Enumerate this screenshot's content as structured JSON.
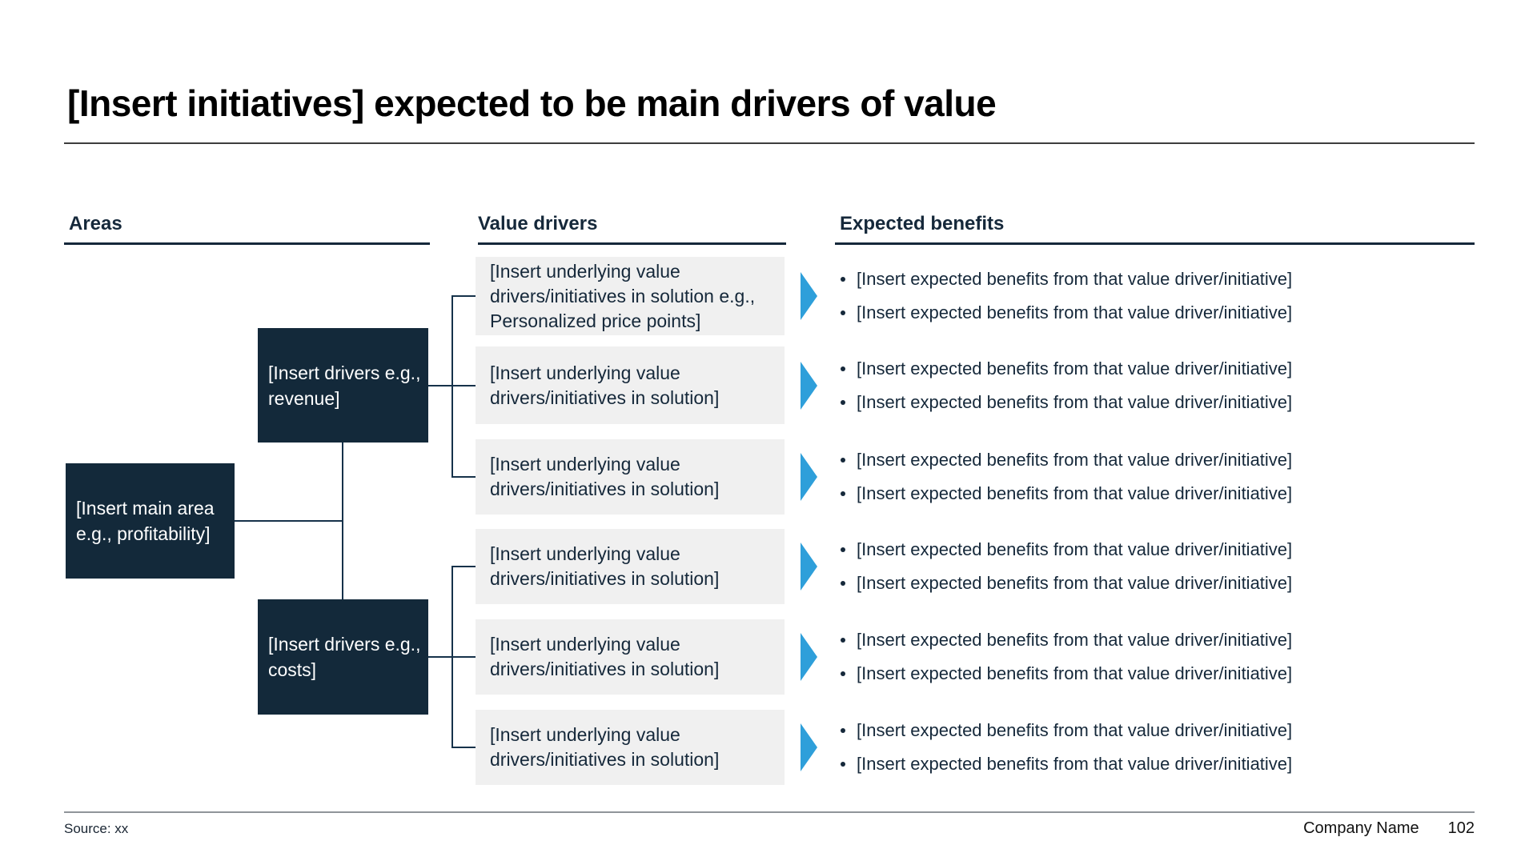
{
  "slide": {
    "title": "[Insert initiatives] expected to be main drivers of value",
    "columns": [
      {
        "label": "Areas"
      },
      {
        "label": "Value drivers"
      },
      {
        "label": "Expected benefits"
      }
    ],
    "areas": {
      "main_box": "[Insert main area e.g., profitability]",
      "driver_boxes": [
        "[Insert drivers e.g., revenue]",
        "[Insert drivers e.g., costs]"
      ]
    },
    "rows": [
      {
        "value_driver": "[Insert underlying value drivers/initiatives in solution e.g., Personalized price points]",
        "benefits": [
          "[Insert expected benefits from that value driver/initiative]",
          "[Insert expected benefits from that value driver/initiative]"
        ]
      },
      {
        "value_driver": "[Insert underlying value drivers/initiatives in solution]",
        "benefits": [
          "[Insert expected benefits from that value driver/initiative]",
          "[Insert expected benefits from that value driver/initiative]"
        ]
      },
      {
        "value_driver": "[Insert underlying value drivers/initiatives in solution]",
        "benefits": [
          "[Insert expected benefits from that value driver/initiative]",
          "[Insert expected benefits from that value driver/initiative]"
        ]
      },
      {
        "value_driver": "[Insert underlying value drivers/initiatives in solution]",
        "benefits": [
          "[Insert expected benefits from that value driver/initiative]",
          "[Insert expected benefits from that value driver/initiative]"
        ]
      },
      {
        "value_driver": "[Insert underlying value drivers/initiatives in solution]",
        "benefits": [
          "[Insert expected benefits from that value driver/initiative]",
          "[Insert expected benefits from that value driver/initiative]"
        ]
      },
      {
        "value_driver": "[Insert underlying value drivers/initiatives in solution]",
        "benefits": [
          "[Insert expected benefits from that value driver/initiative]",
          "[Insert expected benefits from that value driver/initiative]"
        ]
      }
    ],
    "footer": {
      "source": "Source: xx",
      "company_name": "Company Name",
      "page_number": "102"
    }
  },
  "colors": {
    "navy_box": "#13293A",
    "navy_text": "#15283A",
    "arrow_blue": "#2E9FDA",
    "gray_box": "#F0F0F0",
    "footer_line": "#8F9499"
  }
}
